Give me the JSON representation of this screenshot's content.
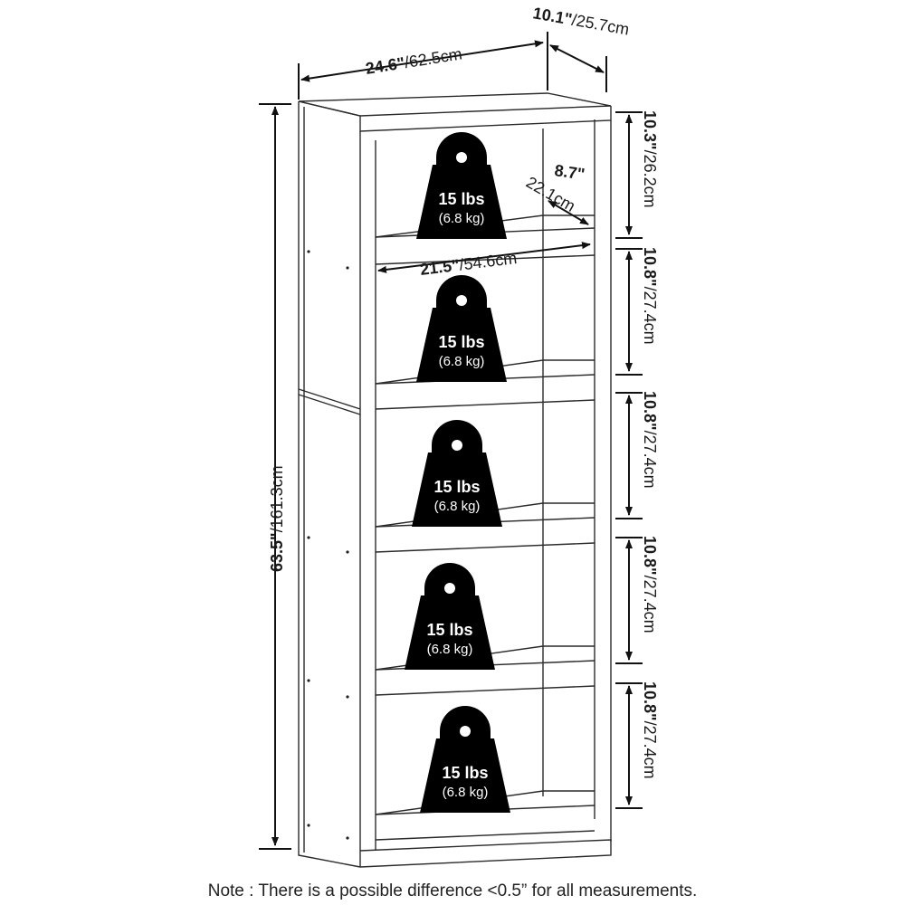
{
  "dimensions": {
    "width": {
      "in": "24.6\"",
      "cm": "/62.5cm"
    },
    "depth": {
      "in": "10.1\"",
      "cm": "/25.7cm"
    },
    "height": {
      "in": "63.5\"",
      "cm": "/161.3cm"
    },
    "inner_depth": {
      "in": "8.7\"",
      "cm": "22.1cm"
    },
    "inner_width": {
      "in": "21.5\"",
      "cm": "/54.6cm"
    },
    "shelves": [
      {
        "in": "10.3\"",
        "cm": "/26.2cm"
      },
      {
        "in": "10.8\"",
        "cm": "/27.4cm"
      },
      {
        "in": "10.8\"",
        "cm": "/27.4cm"
      },
      {
        "in": "10.8\"",
        "cm": "/27.4cm"
      },
      {
        "in": "10.8\"",
        "cm": "/27.4cm"
      }
    ]
  },
  "weights": [
    {
      "main": "15 lbs",
      "sub": "(6.8 kg)"
    },
    {
      "main": "15 lbs",
      "sub": "(6.8 kg)"
    },
    {
      "main": "15 lbs",
      "sub": "(6.8 kg)"
    },
    {
      "main": "15 lbs",
      "sub": "(6.8 kg)"
    },
    {
      "main": "15 lbs",
      "sub": "(6.8 kg)"
    }
  ],
  "note": "Note : There is a possible difference <0.5” for all measurements."
}
